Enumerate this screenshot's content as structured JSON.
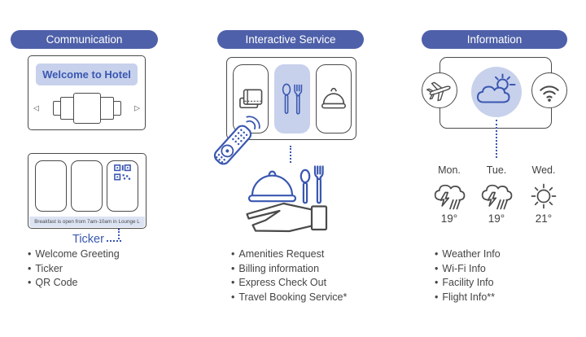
{
  "colors": {
    "pill_bg": "#4e60a9",
    "accent_blue": "#3a57b0",
    "light_blue_fill": "#c7d1ec",
    "ticker_bar_bg": "#dce3f3",
    "outline_dark": "#4a4a4a",
    "text_dark": "#444444"
  },
  "icons": {
    "left_arrow": "◁",
    "right_arrow": "▷"
  },
  "communication": {
    "header": "Communication",
    "tv_banner": "Welcome to Hotel",
    "ticker_text": "Breakfast is open from 7am-10am in Lounge L",
    "ticker_label": "Ticker",
    "bullets": [
      "Welcome Greeting",
      "Ticker",
      "QR Code"
    ]
  },
  "interactive_service": {
    "header": "Interactive Service",
    "bullets": [
      "Amenities Request",
      "Billing information",
      "Express Check Out",
      "Travel Booking Service*"
    ]
  },
  "information": {
    "header": "Information",
    "forecast": [
      {
        "day": "Mon.",
        "condition": "thunderstorm",
        "temp": "19°"
      },
      {
        "day": "Tue.",
        "condition": "thunderstorm",
        "temp": "19°"
      },
      {
        "day": "Wed.",
        "condition": "sunny",
        "temp": "21°"
      }
    ],
    "bullets": [
      "Weather Info",
      "Wi-Fi Info",
      "Facility Info",
      "Flight Info**"
    ]
  }
}
